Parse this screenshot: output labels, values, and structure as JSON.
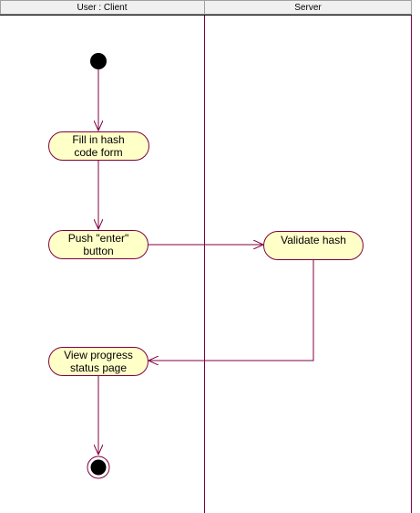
{
  "diagram": {
    "type": "uml-activity-diagram",
    "colors": {
      "line": "#800040",
      "activity_fill": "#ffffc8",
      "header_fill": "#f0f0f0",
      "header_border": "#a0a0a0",
      "node": "#000000"
    },
    "swimlanes": [
      {
        "id": "client",
        "label": "User : Client"
      },
      {
        "id": "server",
        "label": "Server"
      }
    ],
    "activities": [
      {
        "id": "fill",
        "lane": "client",
        "lines": [
          "Fill in hash",
          "code form"
        ]
      },
      {
        "id": "push",
        "lane": "client",
        "lines": [
          "Push \"enter\"",
          "button"
        ]
      },
      {
        "id": "validate",
        "lane": "server",
        "lines": [
          "Validate hash"
        ]
      },
      {
        "id": "view",
        "lane": "client",
        "lines": [
          "View progress",
          "status page"
        ]
      }
    ],
    "transitions": [
      {
        "from": "start",
        "to": "fill"
      },
      {
        "from": "fill",
        "to": "push"
      },
      {
        "from": "push",
        "to": "validate"
      },
      {
        "from": "validate",
        "to": "view"
      },
      {
        "from": "view",
        "to": "end"
      }
    ]
  }
}
